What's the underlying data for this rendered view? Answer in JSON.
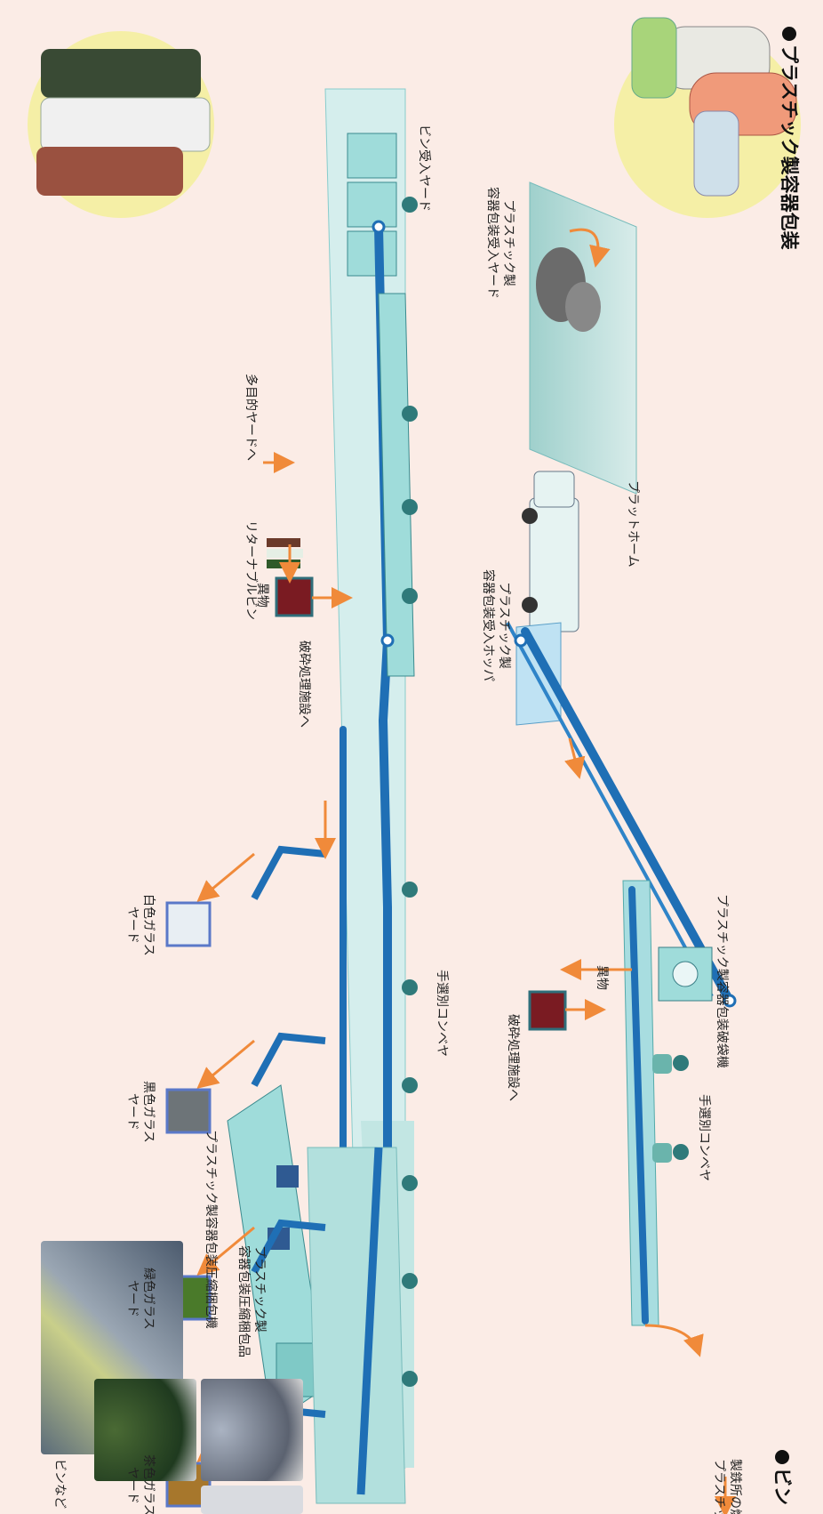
{
  "plastic_section": {
    "title": "プラスチック製容器包装",
    "labels": {
      "receiving_yard": "プラスチック製\n容器包装受入ヤード",
      "platform": "プラットホーム",
      "hopper": "プラスチック製\n容器包装受入ホッパ",
      "bag_breaker": "プラスチック製容器包装破袋機",
      "hand_sort_conveyor": "手選別コンベヤ",
      "foreign": "異物",
      "to_crusher": "破砕処理施設へ",
      "baler": "プラスチック製容器包装圧縮梱包機",
      "bale_product": "プラスチック製\n容器包装圧縮梱包品",
      "steel_fuel": "製鉄所の燃料\nプラスチック製品"
    }
  },
  "bottle_section": {
    "title": "ビン",
    "labels": {
      "receiving_yard": "ビン受入ヤード",
      "multipurpose": "多目的ヤードへ",
      "returnable": "リターナブルビン",
      "foreign": "異物",
      "to_crusher": "破砕処理施設へ",
      "hand_sort_conveyor": "手選別コンベヤ",
      "etc": "ビンなど"
    },
    "glass_yards": [
      {
        "label": "白色ガラス\nヤード",
        "color": "#e8eef3"
      },
      {
        "label": "黒色ガラス\nヤード",
        "color": "#6d7478"
      },
      {
        "label": "緑色ガラス\nヤード",
        "color": "#4a7a2a"
      },
      {
        "label": "茶色ガラス\nヤード",
        "color": "#a7772c"
      }
    ]
  },
  "colors": {
    "arrow": "#f08a3a",
    "conveyor": "#1f6fb5",
    "machine": "#9fdcda",
    "background": "#fbece6"
  }
}
